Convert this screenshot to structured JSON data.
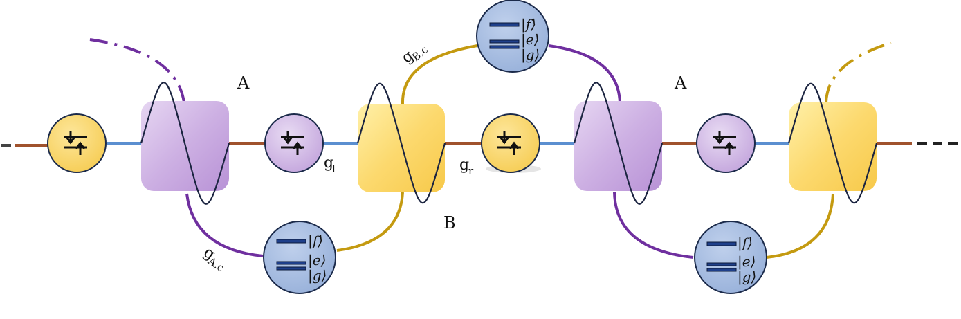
{
  "labels": {
    "site_a1": "A",
    "site_a2": "A",
    "site_b": "B",
    "g_left": "g",
    "g_left_sub": "l",
    "g_right": "g",
    "g_right_sub": "r",
    "g_bc": "g",
    "g_bc_sub": "B,c",
    "g_ac": "g",
    "g_ac_sub": "A,c"
  },
  "qutrit": {
    "ket_f": "|f⟩",
    "ket_e": "|e⟩",
    "ket_g": "|g⟩"
  },
  "colors": {
    "purple_line": "#6f2f9f",
    "gold_line": "#c49a10",
    "purple_block": "#c8a8e0",
    "gold_block": "#fbd86a",
    "qutrit_fill": "#a8bde0",
    "waveguide_brown": "#a0522d",
    "waveguide_blue": "#5b8fd0"
  }
}
